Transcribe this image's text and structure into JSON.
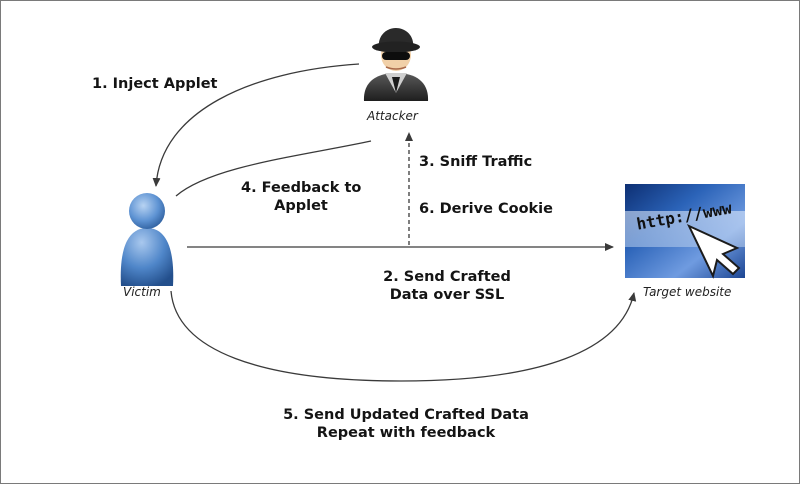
{
  "actors": {
    "attacker": "Attacker",
    "victim": "Victim",
    "target": "Target website"
  },
  "target_screen": {
    "url_text": "http://www"
  },
  "steps": {
    "inject_applet": "1. Inject Applet",
    "send_crafted_line1": "2. Send Crafted",
    "send_crafted_line2": "Data over SSL",
    "sniff_traffic": "3. Sniff Traffic",
    "feedback_line1": "4. Feedback to",
    "feedback_line2": "Applet",
    "send_updated_line1": "5. Send Updated Crafted Data",
    "send_updated_line2": "Repeat with feedback",
    "derive_cookie": "6. Derive  Cookie"
  },
  "colors": {
    "arrow": "#3a3a3a",
    "victim_blue": "#4f86c9",
    "attacker_dark": "#2b2b2b",
    "screen_blue": "#1f4fa0"
  }
}
